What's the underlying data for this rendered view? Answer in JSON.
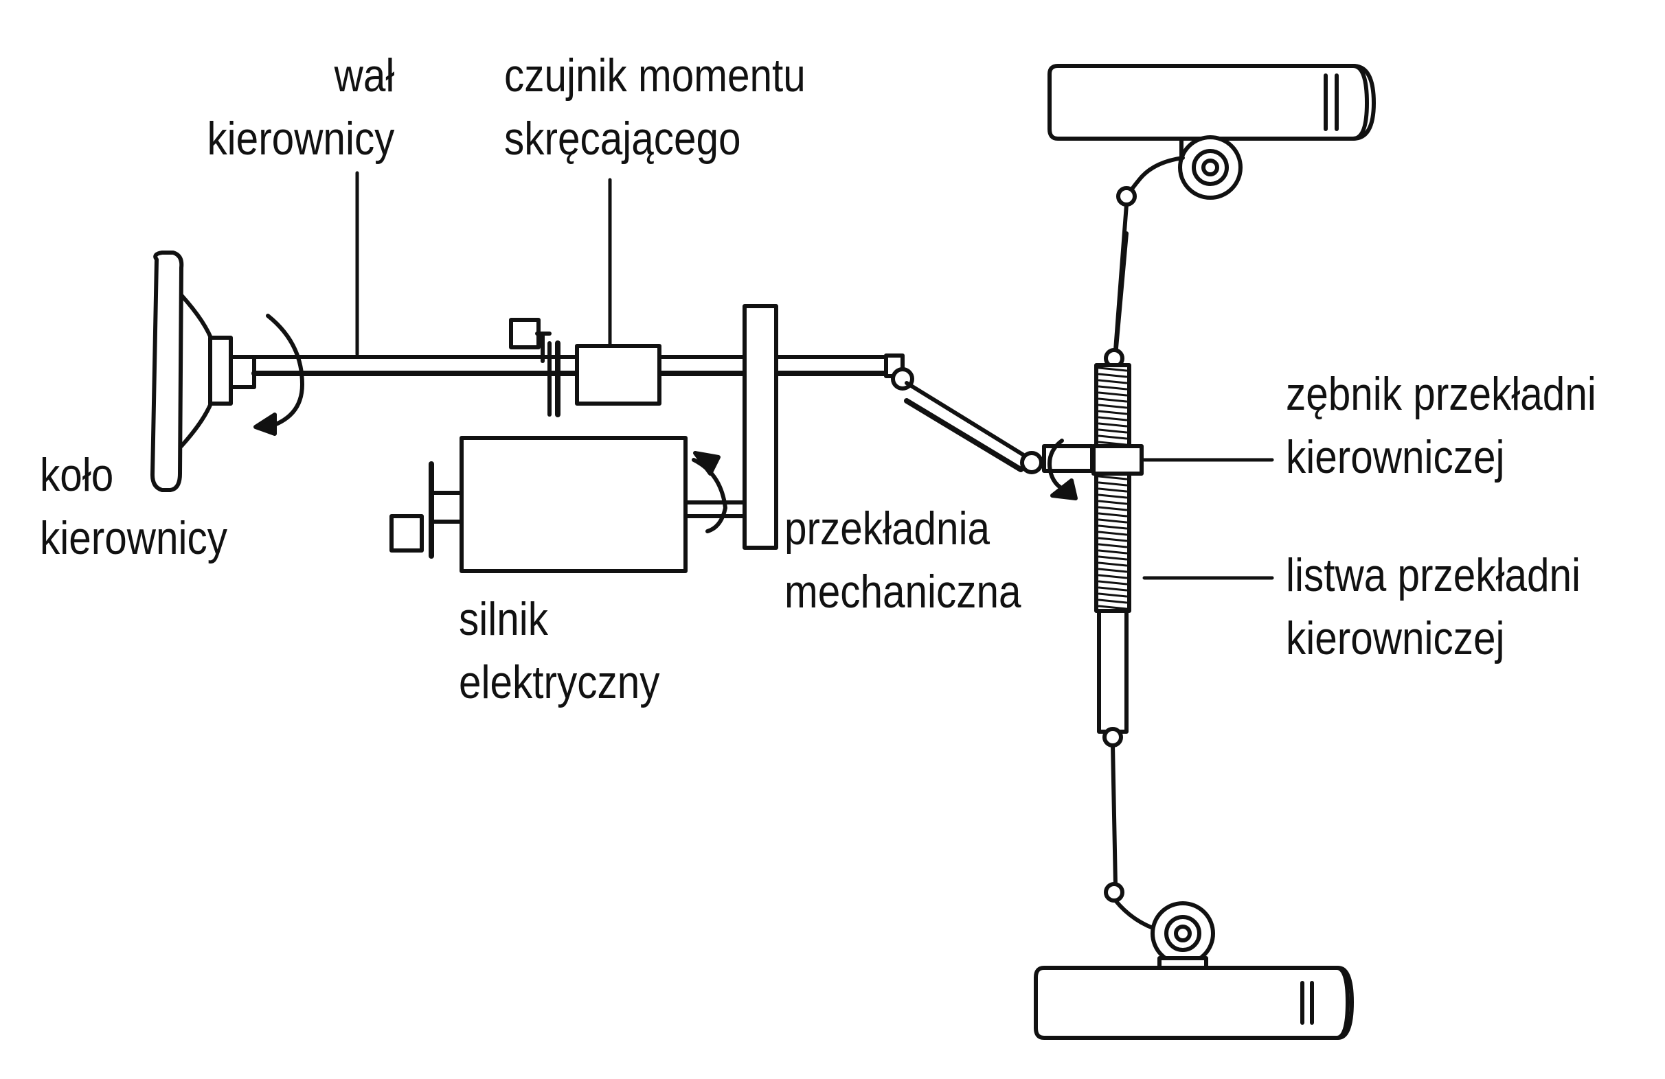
{
  "labels": {
    "shaft": {
      "line1": "wał",
      "line2": "kierownicy"
    },
    "torque_sensor": {
      "line1": "czujnik momentu",
      "line2": "skręcającego"
    },
    "steering_wheel": {
      "line1": "koło",
      "line2": "kierownicy"
    },
    "electric_motor": {
      "line1": "silnik",
      "line2": "elektryczny"
    },
    "mechanical_gear": {
      "line1": "przekładnia",
      "line2": "mechaniczna"
    },
    "pinion": {
      "line1": "zębnik przekładni",
      "line2": "kierowniczej"
    },
    "rack": {
      "line1": "listwa przekładni",
      "line2": "kierowniczej"
    }
  },
  "colors": {
    "ink": "#111111",
    "paper": "#ffffff"
  }
}
